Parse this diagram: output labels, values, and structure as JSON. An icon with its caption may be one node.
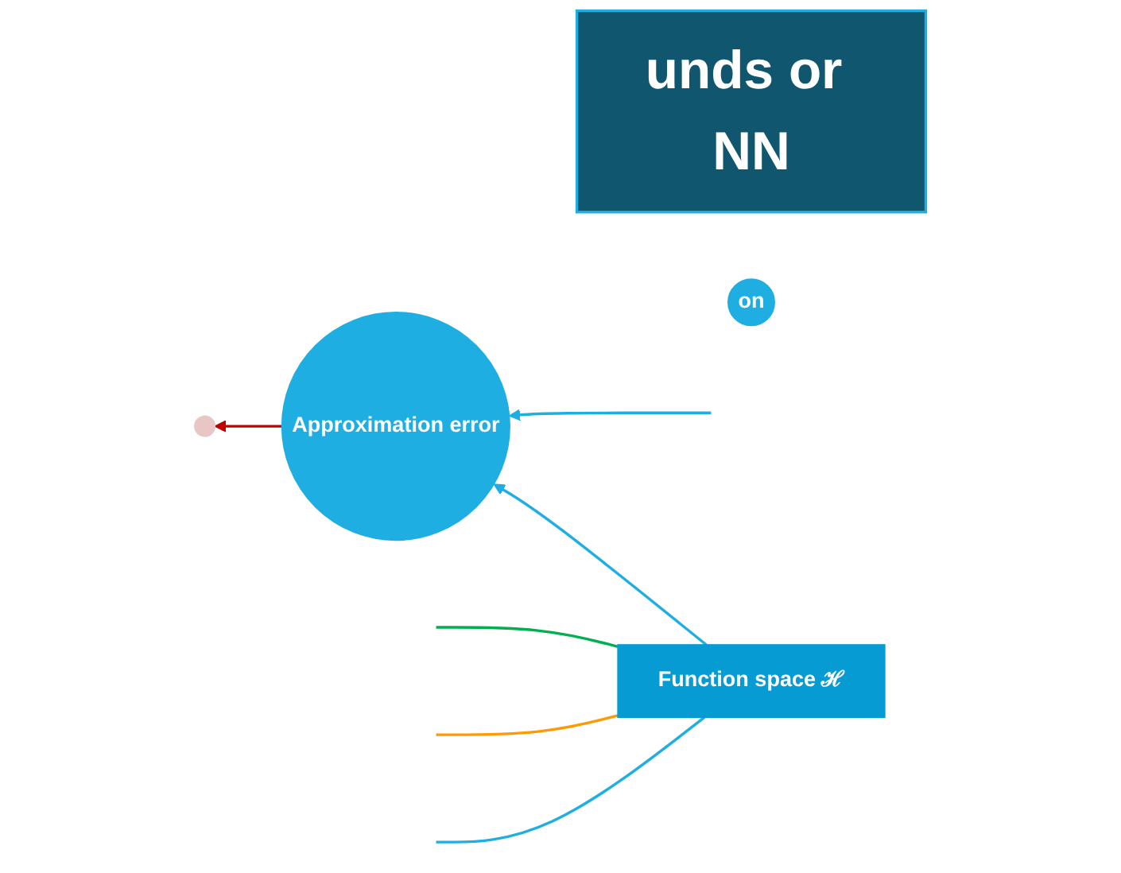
{
  "diagram": {
    "nodes": [
      {
        "text": [
          "Approximation error"
        ]
      },
      {
        "text": [],
        "shape": "circle"
      },
      {
        "text": [
          "unds or NN"
        ]
      },
      {
        "text": [
          "on"
        ]
      },
      {
        "text": [
          "Function space ℋ"
        ]
      }
    ],
    "edges": [
      {
        "from": null,
        "to": 0,
        "arrow": "to"
      },
      {
        "from": 4,
        "to": 0,
        "arrow": "to"
      },
      {
        "from": 0,
        "to": 1,
        "arrow": "to",
        "color": "#c00000"
      },
      {
        "from": 4,
        "to": null,
        "arrow": "none",
        "color": "#00b050"
      },
      {
        "from": 4,
        "to": null,
        "arrow": "none",
        "color": "#ff9900"
      },
      {
        "from": 4,
        "to": null,
        "arrow": "none"
      }
    ]
  }
}
